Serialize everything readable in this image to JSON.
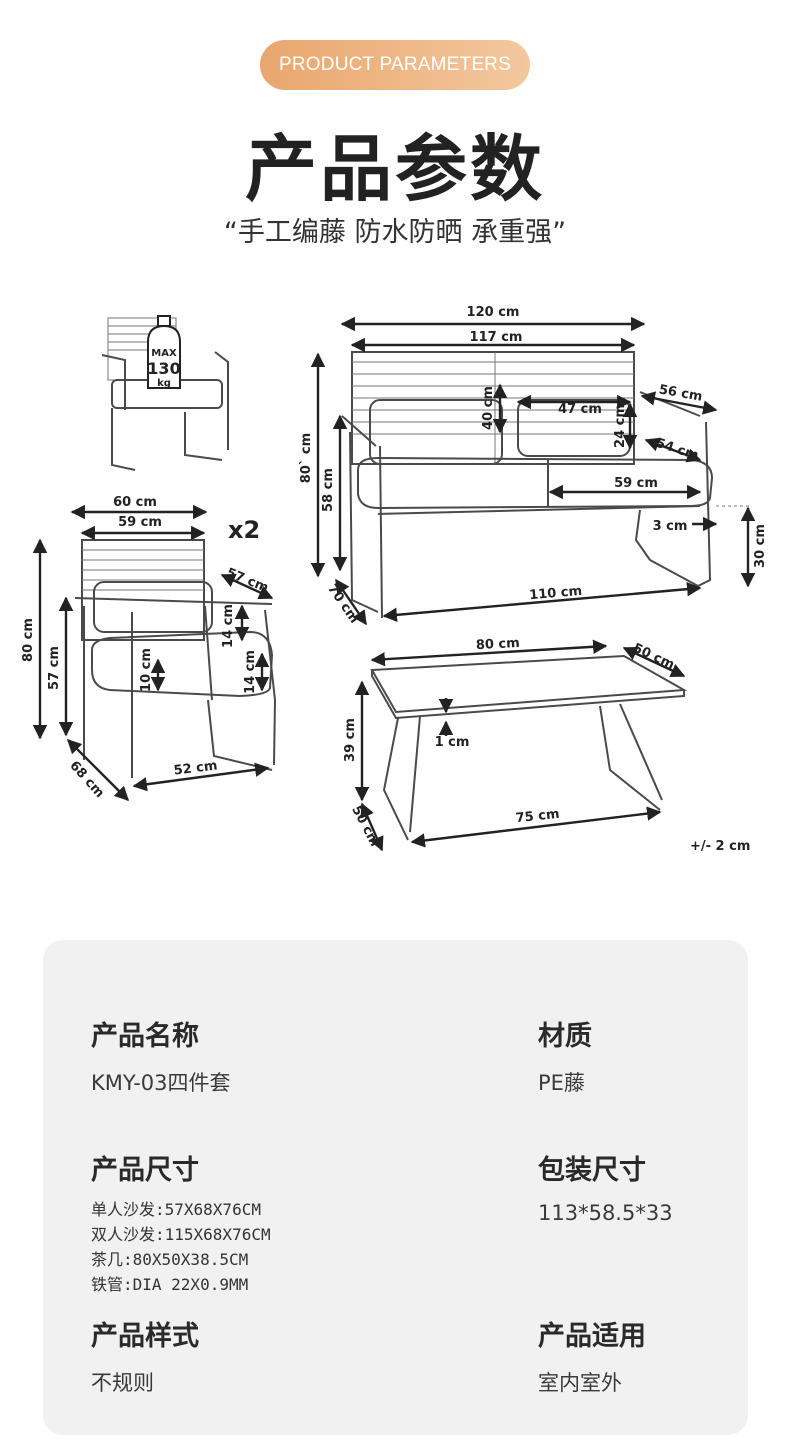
{
  "badge": "PRODUCT PARAMETERS",
  "title": "产品参数",
  "tagline": "“手工编藤 防水防晒 承重强”",
  "drawing": {
    "max_label": "MAX",
    "max_value": "130",
    "max_unit": "kg",
    "quantity": "x2",
    "chair_dims": [
      "60 cm",
      "59 cm",
      "57 cm",
      "14 cm",
      "10 cm",
      "14 cm",
      "80 cm",
      "57 cm",
      "68 cm",
      "52 cm"
    ],
    "sofa_dims": [
      "120 cm",
      "117 cm",
      "56 cm",
      "47 cm",
      "40 cm",
      "24 cm",
      "54 cm",
      "80` cm",
      "58 cm",
      "59 cm",
      "3 cm",
      "30 cm",
      "70 cm",
      "110 cm"
    ],
    "table_dims": [
      "80 cm",
      "50 cm",
      "39 cm",
      "1 cm",
      "50 cm",
      "75 cm"
    ],
    "tolerance": "+/- 2 cm"
  },
  "specs": {
    "name_label": "产品名称",
    "name_value": "KMY-03四件套",
    "material_label": "材质",
    "material_value": "PE藤",
    "size_label": "产品尺寸",
    "size_values": [
      "单人沙发:57X68X76CM",
      "双人沙发:115X68X76CM",
      "茶几:80X50X38.5CM",
      "铁管:DIA 22X0.9MM"
    ],
    "package_label": "包装尺寸",
    "package_value": "113*58.5*33",
    "style_label": "产品样式",
    "style_value": "不规则",
    "usage_label": "产品适用",
    "usage_value": "室内室外"
  }
}
